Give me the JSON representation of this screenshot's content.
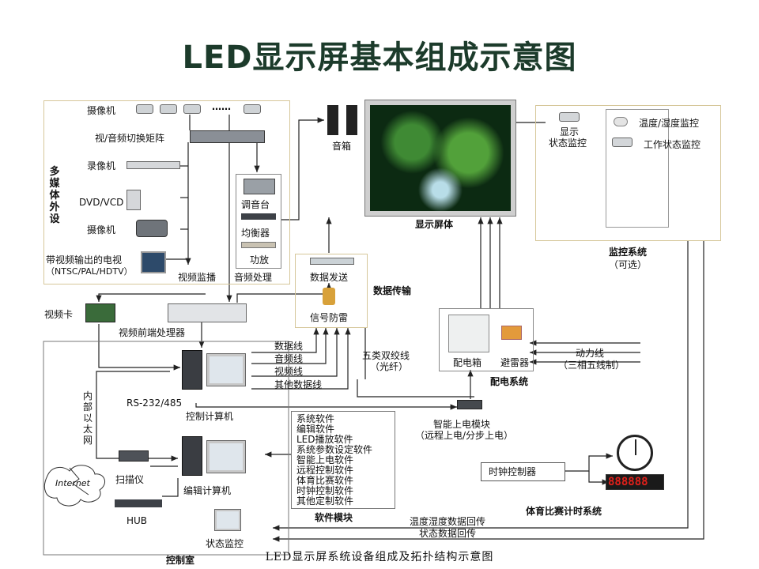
{
  "title": "LED显示屏基本组成示意图",
  "caption": "LED显示屏系统设备组成及拓扑结构示意图",
  "sections": {
    "multimedia": "多媒体外设",
    "display": "显示屏体",
    "monitor_system": "监控系统",
    "monitor_optional": "（可选）",
    "data_transfer": "数据传输",
    "power_system": "配电系统",
    "software": "软件模块",
    "sports_timer": "体育比赛计时系统",
    "control_room": "控制室"
  },
  "devices": {
    "camera_top": "摄像机",
    "matrix": "视/音频切换矩阵",
    "vcr": "录像机",
    "dvd": "DVD/VCD",
    "camcorder": "摄像机",
    "tv": "带视频输出的电视",
    "tv_formats": "（NTSC/PAL/HDTV）",
    "video_monitor": "视频监播",
    "audio_proc": "音频处理",
    "mixer": "调音台",
    "equalizer": "均衡器",
    "amplifier": "功放",
    "speaker": "音箱",
    "video_card": "视频卡",
    "video_front": "视频前端处理器",
    "data_send": "数据发送",
    "lightning_sig": "信号防雷",
    "display_status": "显示\n状态监控",
    "temp_humidity": "温度/湿度监控",
    "work_status": "工作状态监控",
    "distribution_box": "配电箱",
    "arrester": "避雷器",
    "power_line": "动力线",
    "power_line_note": "（三相五线制）",
    "twisted_pair": "五类双绞线",
    "fiber": "（光纤）",
    "smart_power": "智能上电模块",
    "smart_power_note": "（远程上电/分步上电）",
    "control_pc": "控制计算机",
    "edit_pc": "编辑计算机",
    "rs232": "RS-232/485",
    "ethernet": "内部以太网",
    "internet": "Internet",
    "scanner": "扫描仪",
    "hub": "HUB",
    "status_monitor": "状态监控",
    "clock_control": "时钟控制器",
    "digit_display": "888888"
  },
  "links": [
    "数据线",
    "音频线",
    "视频线",
    "其他数据线"
  ],
  "return_lines": [
    "温度湿度数据回传",
    "状态数据回传"
  ],
  "software_items": [
    "系统软件",
    "编辑软件",
    "LED播放软件",
    "系统参数设定软件",
    "智能上电软件",
    "远程控制软件",
    "体育比赛软件",
    "时钟控制软件",
    "其他定制软件"
  ],
  "colors": {
    "title": "#1c3b2b",
    "digits": "#e0201a",
    "frame": "#d6c79a"
  }
}
